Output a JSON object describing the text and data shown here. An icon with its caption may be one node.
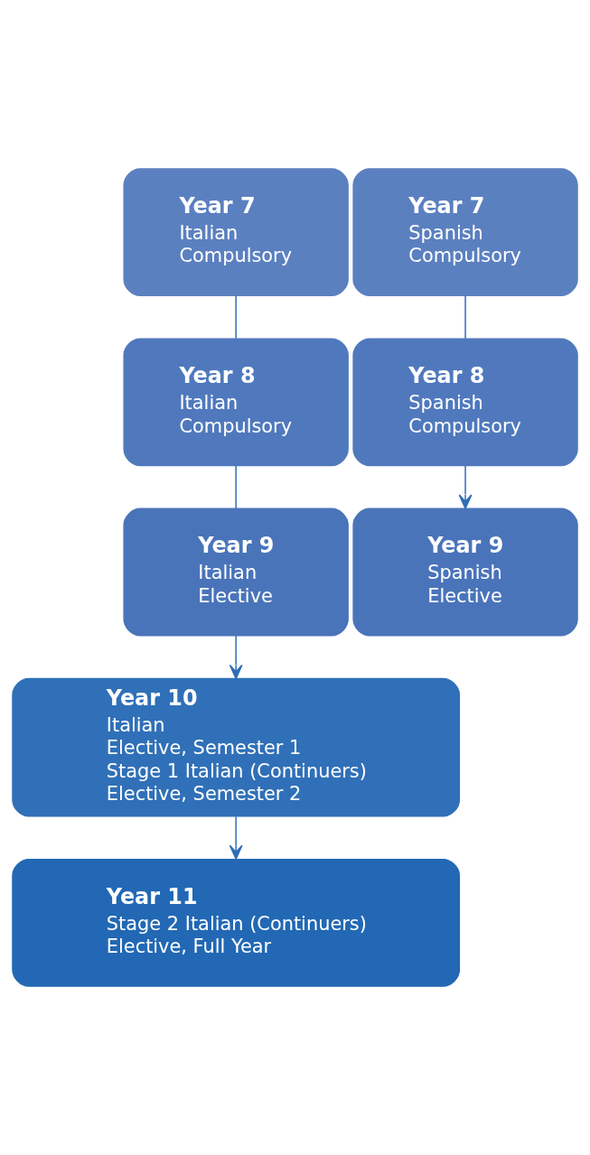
{
  "diagram": {
    "nodes": [
      {
        "text": [
          "Year 7",
          "Italian",
          "Compulsory"
        ]
      },
      {
        "text": [
          "Year 7",
          "Spanish",
          "Compulsory"
        ]
      },
      {
        "text": [
          "Year 8",
          "Italian",
          "Compulsory"
        ]
      },
      {
        "text": [
          "Year 8",
          "Spanish",
          "Compulsory"
        ]
      },
      {
        "text": [
          "Year 9",
          "Italian",
          "Elective"
        ]
      },
      {
        "text": [
          "Year 9",
          "Spanish",
          "Elective"
        ]
      },
      {
        "text": [
          "Year 10",
          "Italian",
          "Elective, Semester 1",
          "Stage 1 Italian (Continuers)",
          "Elective, Semester 2"
        ]
      },
      {
        "text": [
          "Year 11",
          "Stage 2 Italian (Continuers)",
          "Elective, Full Year"
        ]
      }
    ],
    "edges": [
      {
        "from": 0,
        "to": 2,
        "arrow": "none"
      },
      {
        "from": 1,
        "to": 3,
        "arrow": "none"
      },
      {
        "from": 2,
        "to": 4,
        "arrow": "none"
      },
      {
        "from": 3,
        "to": 5,
        "arrow": "to"
      },
      {
        "from": 4,
        "to": 6,
        "arrow": "to"
      },
      {
        "from": 6,
        "to": 7,
        "arrow": "to"
      }
    ]
  }
}
